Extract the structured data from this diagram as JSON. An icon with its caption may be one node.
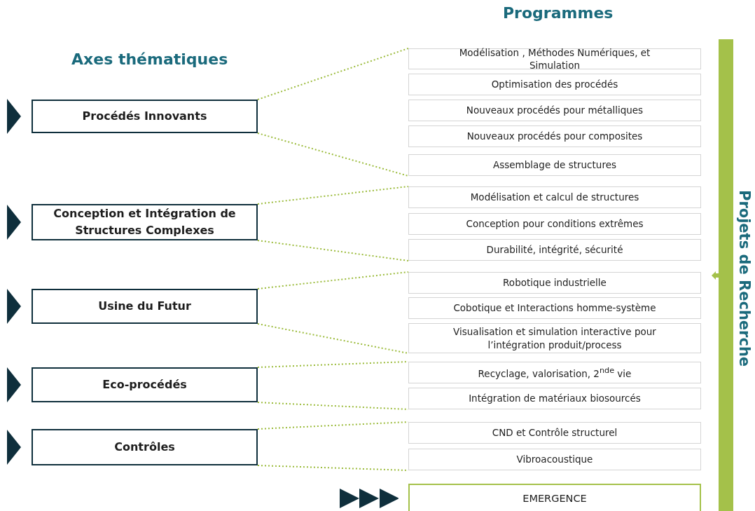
{
  "diagram": {
    "nodes": [
      {
        "text": [
          "Procédés Innovants"
        ]
      },
      {
        "text": [
          "Conception et Intégration de Structures Complexes"
        ]
      },
      {
        "text": [
          "Usine du Futur"
        ]
      },
      {
        "text": [
          "Eco-procédés"
        ]
      },
      {
        "text": [
          "Contrôles"
        ]
      },
      {
        "text": [
          "Modélisation , Méthodes Numériques, et Simulation"
        ]
      },
      {
        "text": [
          "Optimisation des procédés"
        ]
      },
      {
        "text": [
          "Nouveaux procédés pour métalliques"
        ]
      },
      {
        "text": [
          "Nouveaux procédés pour composites"
        ]
      },
      {
        "text": [
          "Assemblage de structures"
        ]
      },
      {
        "text": [
          "Modélisation et calcul de structures"
        ]
      },
      {
        "text": [
          "Conception pour conditions extrêmes"
        ]
      },
      {
        "text": [
          "Durabilité, intégrité, sécurité"
        ]
      },
      {
        "text": [
          "Robotique industrielle"
        ]
      },
      {
        "text": [
          "Cobotique et Interactions homme-système"
        ]
      },
      {
        "text": [
          "Visualisation et simulation interactive pour l’intégration produit/process"
        ]
      },
      {
        "text": [
          "Recyclage, valorisation, 2$^{nde}$ vie"
        ]
      },
      {
        "text": [
          "Intégration de matériaux biosourcés"
        ]
      },
      {
        "text": [
          "CND et Contrôle structurel"
        ]
      },
      {
        "text": [
          "Vibroacoustique"
        ]
      },
      {
        "text": [
          "EMERGENCE"
        ]
      },
      {
        "text": [
          "Projets de Recherche"
        ]
      }
    ],
    "edges": [
      {
        "from": 0,
        "to": 5,
        "arrow": "none",
        "style": "dashed"
      },
      {
        "from": 0,
        "to": 9,
        "arrow": "none",
        "style": "dashed"
      },
      {
        "from": 1,
        "to": 10,
        "arrow": "none",
        "style": "dashed"
      },
      {
        "from": 1,
        "to": 12,
        "arrow": "none",
        "style": "dashed"
      },
      {
        "from": 2,
        "to": 13,
        "arrow": "none",
        "style": "dashed"
      },
      {
        "from": 2,
        "to": 15,
        "arrow": "none",
        "style": "dashed"
      },
      {
        "from": 3,
        "to": 16,
        "arrow": "none",
        "style": "dashed"
      },
      {
        "from": 3,
        "to": 17,
        "arrow": "none",
        "style": "dashed"
      },
      {
        "from": 4,
        "to": 18,
        "arrow": "none",
        "style": "dashed"
      },
      {
        "from": 4,
        "to": 19,
        "arrow": "none",
        "style": "dashed"
      }
    ],
    "labels": [
      "Programmes",
      "Axes thématiques"
    ]
  }
}
